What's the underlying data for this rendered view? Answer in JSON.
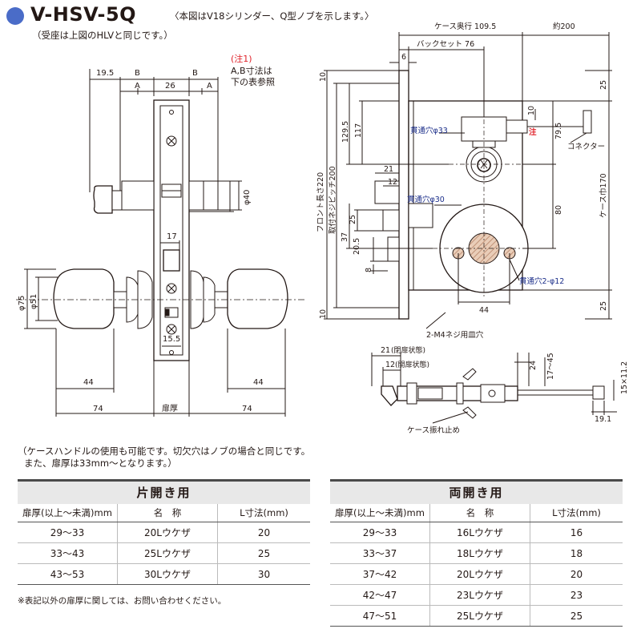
{
  "title": "V-HSV-5Q",
  "subtitle_line1": "〈本図はV18シリンダー、Q型ノブを示します。〉",
  "subtitle_line2": "（受座は上図のHLVと同じです。）",
  "left_view": {
    "dims": {
      "d19_5": "19.5",
      "b_left": "B",
      "b_right": "B",
      "a_left": "A",
      "a_right": "A",
      "d26": "26",
      "phi40": "φ40",
      "d17": "17",
      "d15_5": "15.5",
      "phi75": "φ75",
      "phi51": "φ51",
      "d44_left": "44",
      "d44_right": "44",
      "d74_left": "74",
      "d74_right": "74",
      "door": "扉厚"
    },
    "note_label": "(注1)",
    "note_line1": "A,B寸法は",
    "note_line2": "下の表参照"
  },
  "right_view": {
    "dims": {
      "case_depth": "ケース奥行 109.5",
      "about200": "約200",
      "backset": "バックセット 76",
      "d6": "6",
      "d10a": "10",
      "d10b": "10",
      "d25a": "25",
      "d25b": "25",
      "d117": "117",
      "d129_5": "129.5",
      "front_len": "フロント長さ220",
      "screw_pitch": "取付ネジピッチ200",
      "case_width": "ケース巾170",
      "d21": "21",
      "d12": "12",
      "d25c": "25",
      "d37": "37",
      "d20_5": "20.5",
      "d8": "8",
      "d80": "80",
      "d79_5": "79.5",
      "d10c": "10",
      "d44": "44"
    },
    "labels": {
      "hole33": "貫通穴φ33",
      "hole30": "貫通穴φ30",
      "hole12": "貫通穴2-φ12",
      "connector": "コネクター",
      "note_mark": "注",
      "screw_hole": "2-M4ネジ用皿穴"
    }
  },
  "bottom_view": {
    "dims": {
      "d21": "21",
      "d21_note": "(閉扉状態)",
      "d12": "12",
      "d12_note": "(開扉状態)",
      "d24": "24",
      "d17_45": "17～45",
      "d15x11_2": "15×11.2",
      "d19_1": "19.1"
    },
    "label": "ケース振れ止め"
  },
  "notes": {
    "case_handle_1": "（ケースハンドルの使用も可能です。切欠穴はノブの場合と同じです。",
    "case_handle_2": "また、扉厚は33mm～となります。）",
    "footnote": "※表記以外の扉厚に関しては、お問い合わせください。"
  },
  "table_single": {
    "title": "片開き用",
    "headers": [
      "扉厚(以上～未満)mm",
      "名　称",
      "L寸法(mm)"
    ],
    "rows": [
      [
        "29～33",
        "20Lウケザ",
        "20"
      ],
      [
        "33～43",
        "25Lウケザ",
        "25"
      ],
      [
        "43～53",
        "30Lウケザ",
        "30"
      ]
    ]
  },
  "table_double": {
    "title": "両開き用",
    "headers": [
      "扉厚(以上～未満)mm",
      "名　称",
      "L寸法(mm)"
    ],
    "rows": [
      [
        "29～33",
        "16Lウケザ",
        "16"
      ],
      [
        "33～37",
        "18Lウケザ",
        "18"
      ],
      [
        "37～42",
        "20Lウケザ",
        "20"
      ],
      [
        "42～47",
        "23Lウケザ",
        "23"
      ],
      [
        "47～51",
        "25Lウケザ",
        "25"
      ]
    ]
  },
  "colors": {
    "accent_blue": "#4a6cc8",
    "note_red": "#e0222a",
    "label_blue": "#1c2f8a",
    "hatch": "#c8a086"
  }
}
